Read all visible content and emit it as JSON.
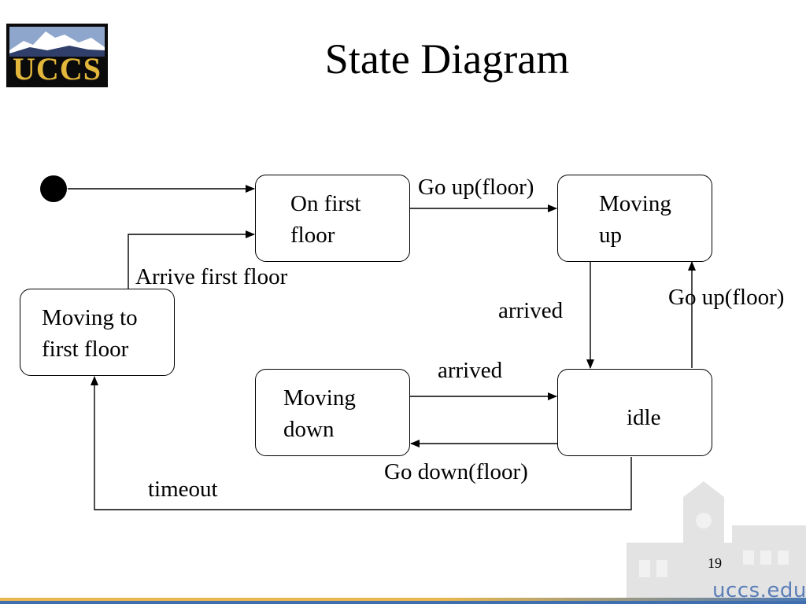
{
  "slide": {
    "title": "State Diagram",
    "page_number": "19",
    "footer_site": "uccs.edu",
    "logo_text": "UCCS"
  },
  "states": {
    "on_first_floor": "On first\nfloor",
    "moving_up": "Moving\nup",
    "moving_to_first_floor": "Moving to\nfirst floor",
    "moving_down": "Moving\ndown",
    "idle": "idle"
  },
  "transitions": {
    "go_up_top": "Go up(floor)",
    "arrive_first_floor": "Arrive first floor",
    "arrived_right": "arrived",
    "go_up_right": "Go up(floor)",
    "arrived_middle": "arrived",
    "go_down": "Go down(floor)",
    "timeout": "timeout"
  }
}
